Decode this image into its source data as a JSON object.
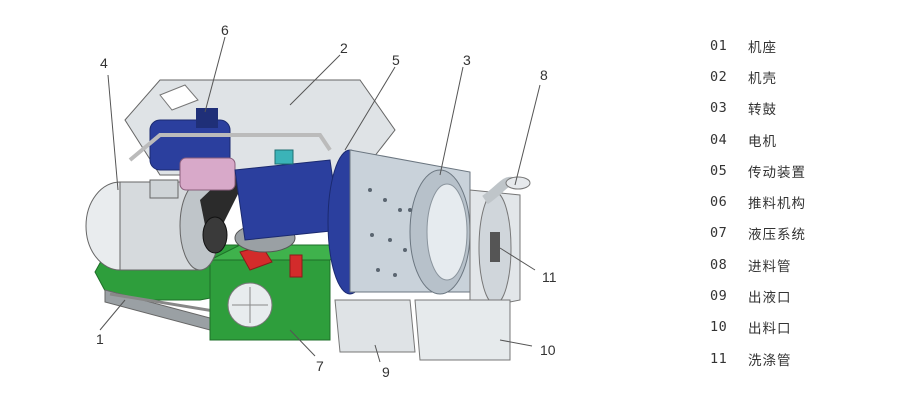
{
  "callouts": [
    "1",
    "2",
    "3",
    "4",
    "5",
    "6",
    "7",
    "8",
    "9",
    "10",
    "11"
  ],
  "legend": [
    {
      "num": "01",
      "label": "机座"
    },
    {
      "num": "02",
      "label": "机壳"
    },
    {
      "num": "03",
      "label": "转鼓"
    },
    {
      "num": "04",
      "label": "电机"
    },
    {
      "num": "05",
      "label": "传动装置"
    },
    {
      "num": "06",
      "label": "推料机构"
    },
    {
      "num": "07",
      "label": "液压系统"
    },
    {
      "num": "08",
      "label": "进料管"
    },
    {
      "num": "09",
      "label": "出液口"
    },
    {
      "num": "10",
      "label": "出料口"
    },
    {
      "num": "11",
      "label": "洗涤管"
    }
  ],
  "colors": {
    "base": "#2e9e3c",
    "motor": "#2b3f9e",
    "housing": "#dfe3e6",
    "drum": "#c9d2da",
    "hydraulic": "#d32b2b",
    "coupling": "#d8a9c9"
  }
}
